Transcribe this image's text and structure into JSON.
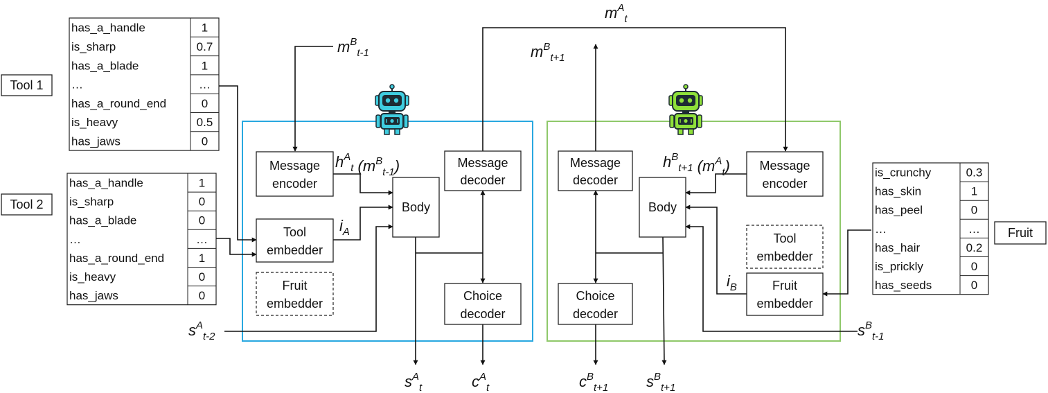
{
  "tool1": {
    "label": "Tool 1",
    "rows": [
      {
        "name": "has_a_handle",
        "value": "1"
      },
      {
        "name": "is_sharp",
        "value": "0.7"
      },
      {
        "name": "has_a_blade",
        "value": "1"
      },
      {
        "name": "…",
        "value": "…"
      },
      {
        "name": "has_a_round_end",
        "value": "0"
      },
      {
        "name": "is_heavy",
        "value": "0.5"
      },
      {
        "name": "has_jaws",
        "value": "0"
      }
    ]
  },
  "tool2": {
    "label": "Tool 2",
    "rows": [
      {
        "name": "has_a_handle",
        "value": "1"
      },
      {
        "name": "is_sharp",
        "value": "0"
      },
      {
        "name": "has_a_blade",
        "value": "0"
      },
      {
        "name": "…",
        "value": "…"
      },
      {
        "name": "has_a_round_end",
        "value": "1"
      },
      {
        "name": "is_heavy",
        "value": "0"
      },
      {
        "name": "has_jaws",
        "value": "0"
      }
    ]
  },
  "fruit": {
    "label": "Fruit",
    "rows": [
      {
        "name": "is_crunchy",
        "value": "0.3"
      },
      {
        "name": "has_skin",
        "value": "1"
      },
      {
        "name": "has_peel",
        "value": "0"
      },
      {
        "name": "…",
        "value": "…"
      },
      {
        "name": "has_hair",
        "value": "0.2"
      },
      {
        "name": "is_prickly",
        "value": "0"
      },
      {
        "name": "has_seeds",
        "value": "0"
      }
    ]
  },
  "agentA": {
    "message_encoder": [
      "Message",
      "encoder"
    ],
    "tool_embedder": [
      "Tool",
      "embedder"
    ],
    "fruit_embedder": [
      "Fruit",
      "embedder"
    ],
    "body": "Body",
    "message_decoder": [
      "Message",
      "decoder"
    ],
    "choice_decoder": [
      "Choice",
      "decoder"
    ],
    "color": "#29a8e0",
    "robot_color": "#3fcde0"
  },
  "agentB": {
    "message_decoder": [
      "Message",
      "decoder"
    ],
    "choice_decoder": [
      "Choice",
      "decoder"
    ],
    "body": "Body",
    "message_encoder": [
      "Message",
      "encoder"
    ],
    "tool_embedder": [
      "Tool",
      "embedder"
    ],
    "fruit_embedder": [
      "Fruit",
      "embedder"
    ],
    "color": "#8fc86a",
    "robot_color": "#8fe03a"
  },
  "math": {
    "m_b_prev": {
      "base": "m",
      "sup": "B",
      "sub": "t-1"
    },
    "h_a": {
      "base": "h",
      "sup": "A",
      "sub": "t",
      "arg_open": " (m",
      "arg_sup": "B",
      "arg_sub": "t-1",
      "arg_close": ")"
    },
    "i_a": {
      "base": "i",
      "sub": "A"
    },
    "s_a_prev": {
      "base": "s",
      "sup": "A",
      "sub": "t-2"
    },
    "s_a_out": {
      "base": "s",
      "sup": "A",
      "sub": "t"
    },
    "c_a_out": {
      "base": "c",
      "sup": "A",
      "sub": "t"
    },
    "m_a": {
      "base": "m",
      "sup": "A",
      "sub": "t"
    },
    "m_b_next": {
      "base": "m",
      "sup": "B",
      "sub": "t+1"
    },
    "h_b": {
      "base": "h",
      "sup": "B",
      "sub": "t+1",
      "arg_open": " (m",
      "arg_sup": "A",
      "arg_sub": "t",
      "arg_close": ")"
    },
    "i_b": {
      "base": "i",
      "sub": "B"
    },
    "s_b_prev": {
      "base": "s",
      "sup": "B",
      "sub": "t-1"
    },
    "c_b_out": {
      "base": "c",
      "sup": "B",
      "sub": "t+1"
    },
    "s_b_out": {
      "base": "s",
      "sup": "B",
      "sub": "t+1"
    }
  }
}
